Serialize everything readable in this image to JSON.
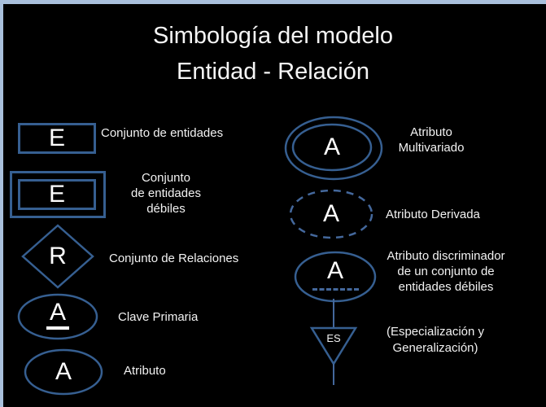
{
  "slide": {
    "title": "Simbología del modelo\nEntidad - Relación",
    "background": "#000000",
    "frame_border_color": "#a9c0dc",
    "shape_stroke_color": "#365f91",
    "dashed_stroke_color": "#44689c",
    "text_color": "#f2f2f2",
    "letter_color": "#ffffff"
  },
  "symbols": {
    "entity": {
      "letter": "E",
      "label": "Conjunto de entidades"
    },
    "weak_entity": {
      "letter": "E",
      "label": "Conjunto\nde entidades\ndébiles"
    },
    "relationship": {
      "letter": "R",
      "label": "Conjunto de Relaciones"
    },
    "primary_key": {
      "letter": "A",
      "label": "Clave Primaria"
    },
    "attribute": {
      "letter": "A",
      "label": "Atributo"
    },
    "multivalued": {
      "letter": "A",
      "label": "Atributo\nMultivariado"
    },
    "derived": {
      "letter": "A",
      "label": "Atributo Derivada"
    },
    "discriminator": {
      "letter": "A",
      "label": "Atributo discriminador\nde un conjunto de\nentidades débiles"
    },
    "specialization": {
      "letter": "ES",
      "label": "(Especialización y\nGeneralización)"
    }
  }
}
